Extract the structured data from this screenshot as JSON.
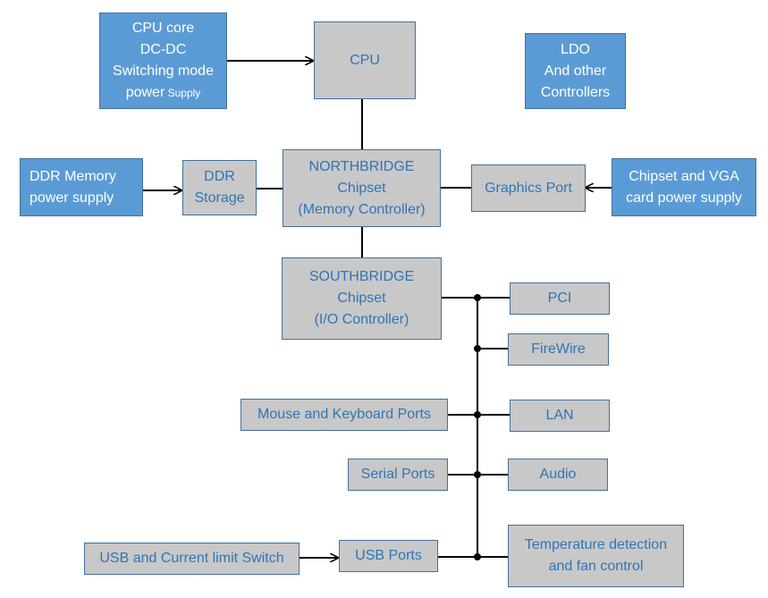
{
  "diagram": {
    "colors": {
      "power_box": "#5b9bd5",
      "component_box": "#c8c8c8",
      "component_text": "#2e75b6",
      "line": "#000000"
    },
    "nodes": {
      "cpu_core_supply": {
        "lines": [
          "CPU core",
          "DC-DC",
          "Switching mode"
        ],
        "last_prefix": "powe",
        "last_main": "r",
        "last_small": " Supply"
      },
      "cpu": {
        "lines": [
          "CPU"
        ]
      },
      "ldo": {
        "lines": [
          "LDO",
          "And other",
          "Controllers"
        ]
      },
      "ddr_supply": {
        "lines": [
          "DDR Memory",
          "power supply"
        ]
      },
      "ddr_storage": {
        "lines": [
          "DDR",
          "Storage"
        ]
      },
      "northbridge": {
        "lines": [
          "NORTHBRIDGE",
          "Chipset",
          "(Memory Controller)"
        ]
      },
      "graphics_port": {
        "lines": [
          "Graphics Port"
        ]
      },
      "vga_supply": {
        "lines": [
          "Chipset and VGA",
          "card power supply"
        ]
      },
      "southbridge": {
        "lines": [
          "SOUTHBRIDGE",
          "Chipset",
          "(I/O Controller)"
        ]
      },
      "pci": {
        "lines": [
          "PCI"
        ]
      },
      "firewire": {
        "lines": [
          "FireWire"
        ]
      },
      "mouse_keyboard": {
        "lines": [
          "Mouse and Keyboard Ports"
        ]
      },
      "lan": {
        "lines": [
          "LAN"
        ]
      },
      "serial": {
        "lines": [
          "Serial Ports"
        ]
      },
      "audio": {
        "lines": [
          "Audio"
        ]
      },
      "usb_switch": {
        "lines": [
          "USB and Current limit Switch"
        ]
      },
      "usb_ports": {
        "lines": [
          "USB Ports"
        ]
      },
      "temperature": {
        "lines": [
          "Temperature detection",
          "and fan control"
        ]
      }
    }
  }
}
